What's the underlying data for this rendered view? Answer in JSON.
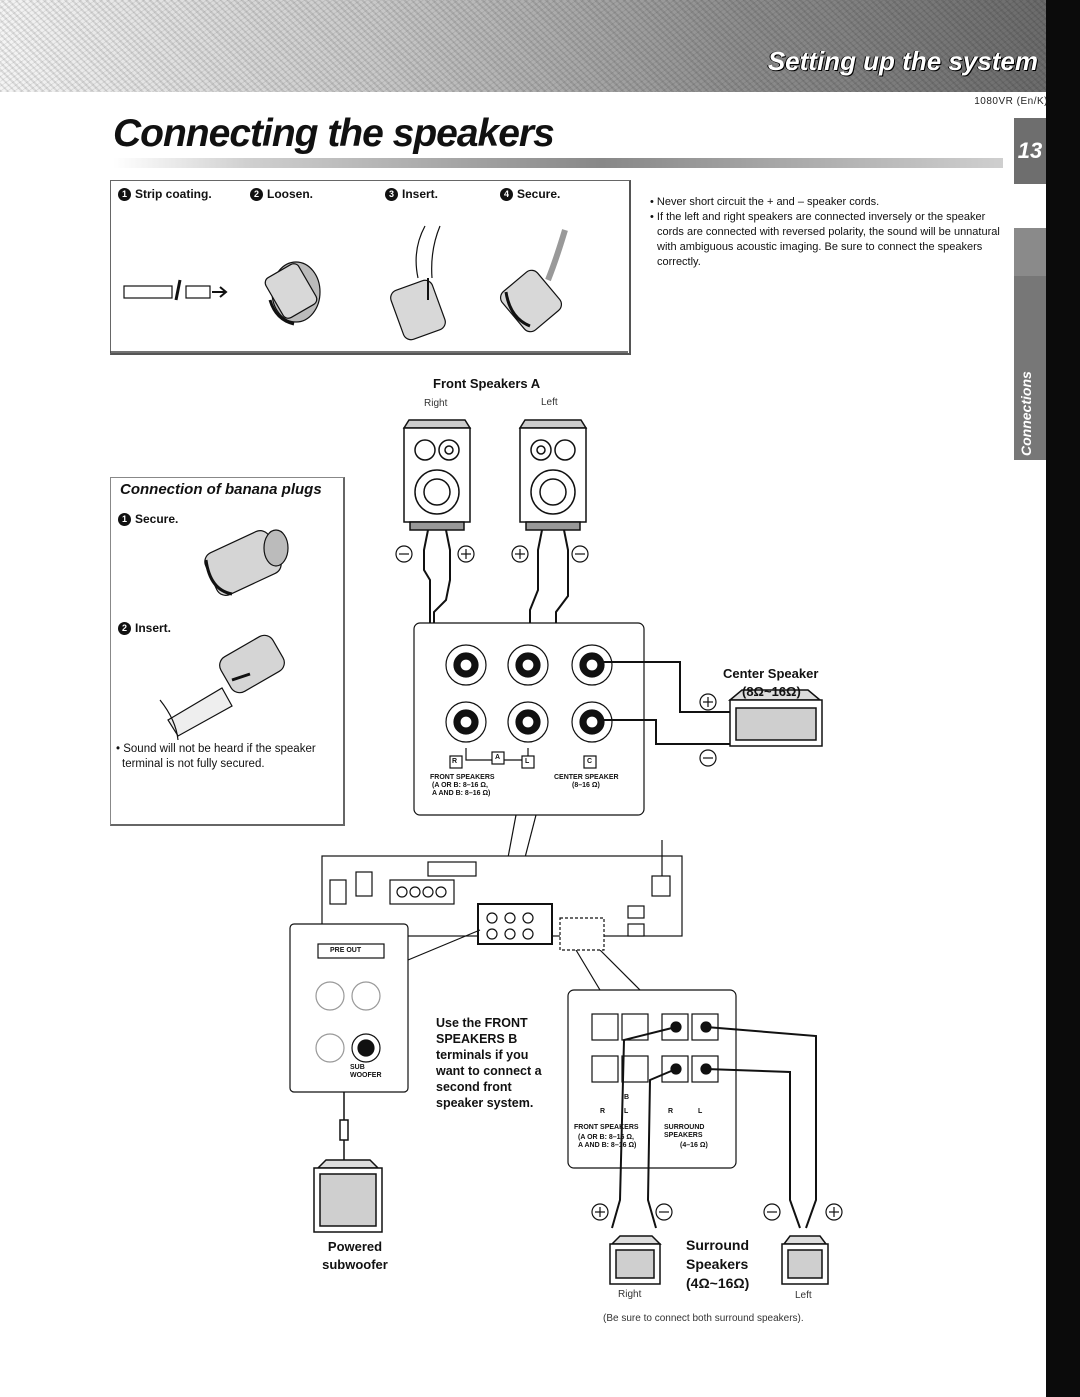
{
  "header": {
    "section_title": "Setting up the system",
    "model_code": "1080VR (En/K)",
    "page_number": "13",
    "side_tab": "Connections"
  },
  "page_title": "Connecting the speakers",
  "steps": [
    {
      "number": "1",
      "label": "Strip coating."
    },
    {
      "number": "2",
      "label": "Loosen."
    },
    {
      "number": "3",
      "label": "Insert."
    },
    {
      "number": "4",
      "label": "Secure."
    }
  ],
  "notes": [
    "Never short circuit the + and – speaker cords.",
    "If the left and right speakers are connected inversely or the speaker cords are connected with reversed polarity, the sound will be unnatural with ambiguous acoustic imaging. Be sure to connect the speakers correctly."
  ],
  "banana": {
    "title": "Connection of banana plugs",
    "step1": "Secure.",
    "step2": "Insert.",
    "note": "Sound will not be heard if the speaker terminal is not fully secured."
  },
  "front_a": {
    "title": "Front Speakers A",
    "right": "Right",
    "left": "Left"
  },
  "center": {
    "title": "Center Speaker",
    "impedance": "(8Ω~16Ω)"
  },
  "terminal_panel": {
    "r": "R",
    "l": "L",
    "a": "A",
    "c": "C",
    "front_label": "FRONT SPEAKERS",
    "front_imp1": "(A OR B: 8–16 Ω,",
    "front_imp2": "A AND B: 8–16 Ω)",
    "center_label": "CENTER SPEAKER",
    "center_imp": "(8–16 Ω)"
  },
  "preout": {
    "label": "PRE OUT",
    "sub": "SUB",
    "woofer": "WOOFER"
  },
  "subwoofer": "Powered subwoofer",
  "use_note": "Use the FRONT SPEAKERS B terminals if you want to connect a second front speaker system.",
  "surround_panel": {
    "r": "R",
    "l": "L",
    "b": "B",
    "front_label": "FRONT SPEAKERS",
    "front_imp1": "(A OR B: 8–16 Ω,",
    "front_imp2": "A AND B: 8–16 Ω)",
    "surround_label": "SURROUND SPEAKERS",
    "surround_imp": "(4–16 Ω)"
  },
  "surround": {
    "line1": "Surround",
    "line2": "Speakers",
    "line3": "(4Ω~16Ω)",
    "right": "Right",
    "left": "Left"
  },
  "footer_note": "(Be sure to connect both surround speakers)."
}
